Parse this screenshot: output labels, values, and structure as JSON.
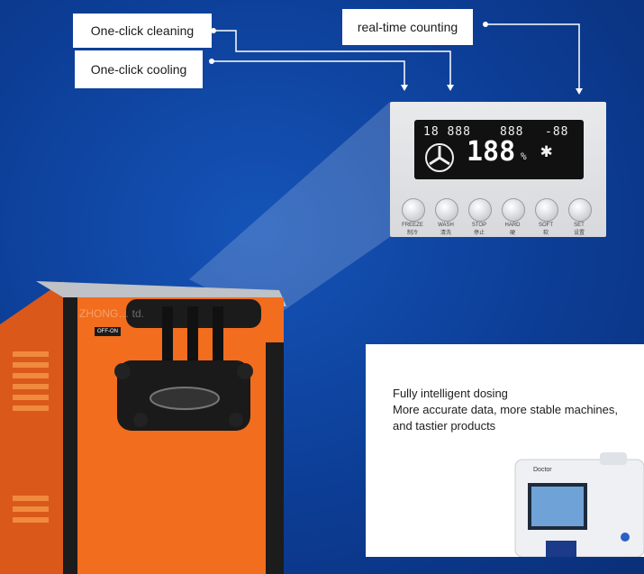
{
  "callouts": {
    "cleaning": "One-click cleaning",
    "cooling": "One-click cooling",
    "counting": "real-time counting"
  },
  "panel": {
    "lcd_left": "18 888",
    "lcd_mid": "888",
    "lcd_right": "-88",
    "lcd_big": "188",
    "lcd_unit": "%",
    "buttons": [
      {
        "en": "FREEZE",
        "zh": "制冷"
      },
      {
        "en": "WASH",
        "zh": "清洗"
      },
      {
        "en": "STOP",
        "zh": "停止"
      },
      {
        "en": "HARD",
        "zh": "硬"
      },
      {
        "en": "SOFT",
        "zh": "软"
      },
      {
        "en": "SET",
        "zh": "设置"
      }
    ]
  },
  "machine": {
    "switch_label": "OFF-ON",
    "watermark": "ZHONG… td."
  },
  "dosing": {
    "line1": "Fully intelligent dosing",
    "line2": "More accurate data, more stable machines,",
    "line3": "and tastier products",
    "device_brand": "Doctor"
  },
  "colors": {
    "background": "#0d3f98",
    "machine_orange": "#f26d1d",
    "panel_gray": "#e2e3e5"
  }
}
